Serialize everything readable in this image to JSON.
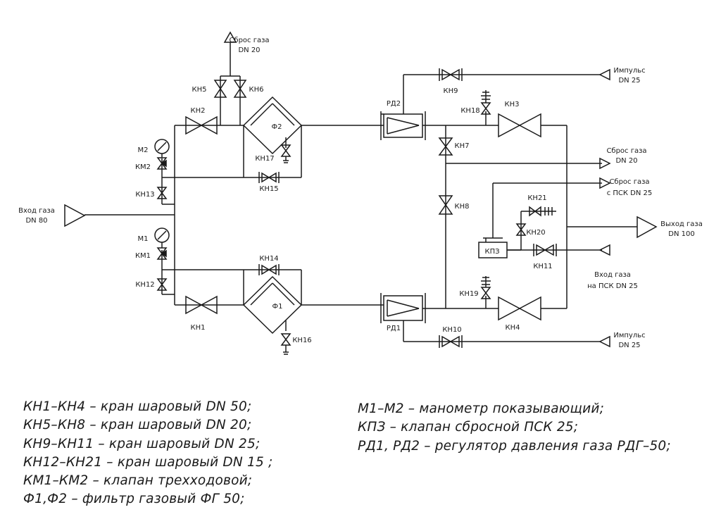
{
  "ports": {
    "inlet": [
      "Вход газа",
      "DN 80"
    ],
    "outlet": [
      "Выход газа",
      "DN 100"
    ],
    "vent_top": [
      "Сброс газа",
      "DN 20"
    ],
    "vent_right": [
      "Сброс газа",
      "DN 20"
    ],
    "vent_psk": [
      "Сброс газа",
      "с ПСК DN 25"
    ],
    "inlet_psk": [
      "Вход газа",
      "на ПСК DN 25"
    ],
    "impulse_top": [
      "Импульс",
      "DN 25"
    ],
    "impulse_bottom": [
      "Импульс",
      "DN 25"
    ]
  },
  "tags": {
    "kn1": "КН1",
    "kn2": "КН2",
    "kn3": "КН3",
    "kn4": "КН4",
    "kn5": "КН5",
    "kn6": "КН6",
    "kn7": "КН7",
    "kn8": "КН8",
    "kn9": "КН9",
    "kn10": "КН10",
    "kn11": "КН11",
    "kn12": "КН12",
    "kn13": "КН13",
    "kn14": "КН14",
    "kn15": "КН15",
    "kn16": "КН16",
    "kn17": "КН17",
    "kn18": "КН18",
    "kn19": "КН19",
    "kn20": "КН20",
    "kn21": "КН21",
    "km1": "КМ1",
    "km2": "КМ2",
    "m1": "М1",
    "m2": "М2",
    "f1": "Ф1",
    "f2": "Ф2",
    "rd1": "РД1",
    "rd2": "РД2",
    "kpz": "КПЗ"
  },
  "legend": {
    "left": [
      "КН1–КН4 – кран шаровый DN 50;",
      "КН5–КН8 – кран шаровый DN 20;",
      "КН9–КН11 – кран шаровый DN 25;",
      "КН12–КН21 – кран шаровый DN 15 ;",
      "КМ1–КМ2 – клапан трехходовой;",
      "Ф1,Ф2 – фильтр газовый ФГ 50;"
    ],
    "right": [
      "М1–М2 – манометр показывающий;",
      "КПЗ – клапан сбросной ПСК 25;",
      "РД1, РД2 – регулятор давления газа РДГ–50;"
    ]
  }
}
